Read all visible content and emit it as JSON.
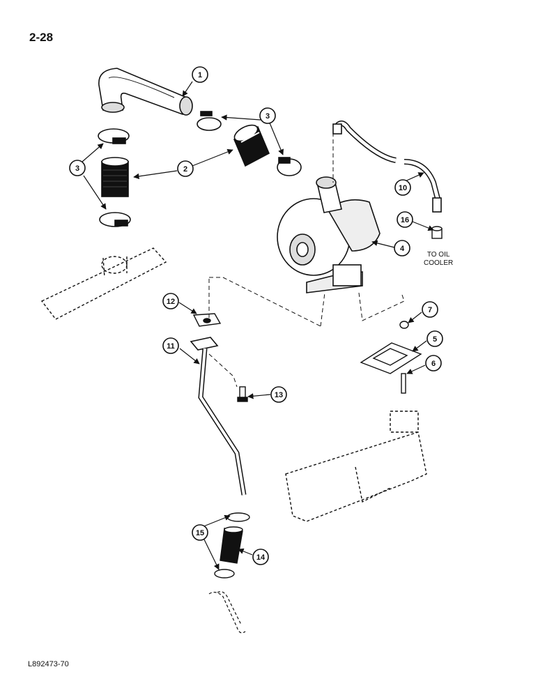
{
  "page_number": "2-28",
  "figure_code": "L892473-70",
  "notes": {
    "to_oil_cooler_line1": "TO OIL",
    "to_oil_cooler_line2": "COOLER"
  },
  "callouts": {
    "c1": "1",
    "c2": "2",
    "c3_upper": "3",
    "c3_left": "3",
    "c4": "4",
    "c5": "5",
    "c6": "6",
    "c7": "7",
    "c10": "10",
    "c11": "11",
    "c12": "12",
    "c13": "13",
    "c14": "14",
    "c15": "15",
    "c16": "16"
  }
}
